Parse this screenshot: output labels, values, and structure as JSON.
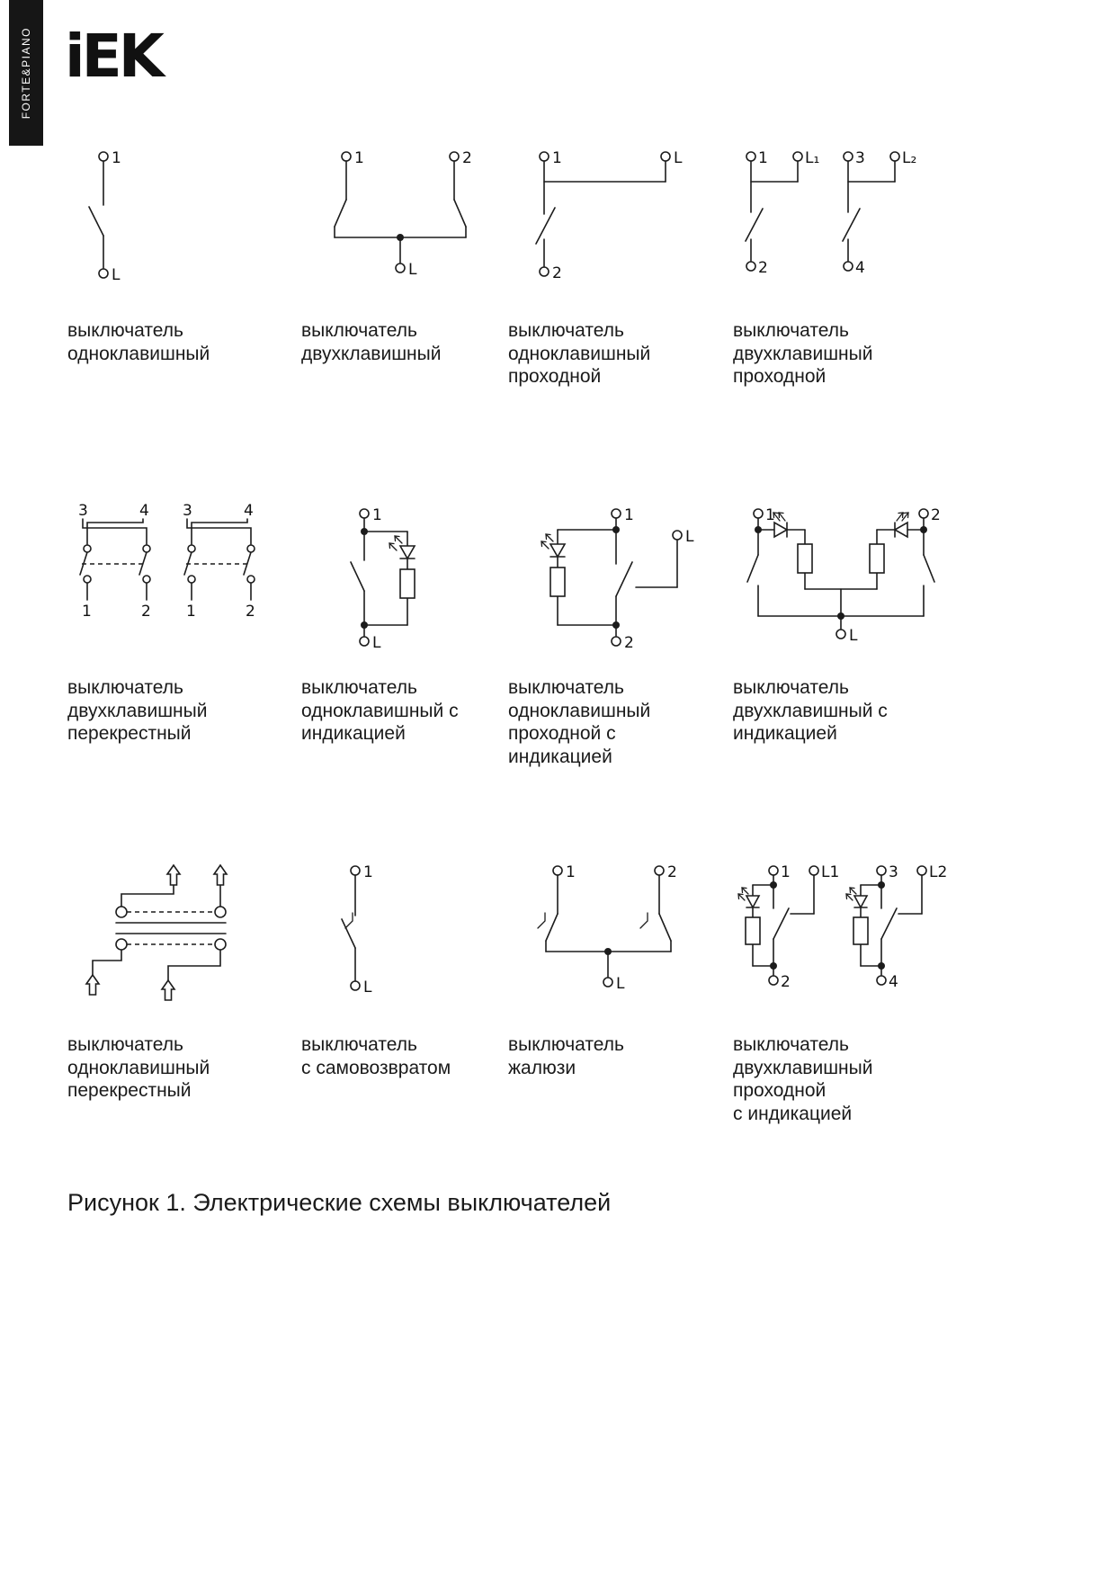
{
  "page": {
    "brand_vertical": "FORTE&PIANO",
    "logo": "iEK",
    "figure_caption": "Рисунок 1. Электрические схемы выключателей"
  },
  "diagrams": [
    {
      "caption": "выключатель\nодноклавишный",
      "labels": [
        "1",
        "L"
      ]
    },
    {
      "caption": "выключатель\nдвухклавишный",
      "labels": [
        "1",
        "2",
        "L"
      ]
    },
    {
      "caption": "выключатель\nодноклавишный\nпроходной",
      "labels": [
        "1",
        "L",
        "2"
      ]
    },
    {
      "caption": "выключатель\nдвухклавишный\nпроходной",
      "labels": [
        "1",
        "L₁",
        "2",
        "3",
        "L₂",
        "4"
      ]
    },
    {
      "caption": "выключатель\nдвухклавишный\nперекрестный",
      "labels": [
        "3",
        "4",
        "1",
        "2",
        "3",
        "4",
        "1",
        "2"
      ]
    },
    {
      "caption": "выключатель\nодноклавишный с\nиндикацией",
      "labels": [
        "1",
        "L"
      ]
    },
    {
      "caption": "выключатель\nодноклавишный\nпроходной с\nиндикацией",
      "labels": [
        "1",
        "L",
        "2"
      ]
    },
    {
      "caption": "выключатель\nдвухклавишный с\nиндикацией",
      "labels": [
        "1",
        "2",
        "L"
      ]
    },
    {
      "caption": "выключатель\nодноклавишный\nперекрестный",
      "labels": []
    },
    {
      "caption": "выключатель\nс самовозвратом",
      "labels": [
        "1",
        "L"
      ]
    },
    {
      "caption": "выключатель\nжалюзи",
      "labels": [
        "1",
        "2",
        "L"
      ]
    },
    {
      "caption": "выключатель\nдвухклавишный\nпроходной\nс индикацией",
      "labels": [
        "1",
        "L1",
        "2",
        "3",
        "L2",
        "4"
      ]
    }
  ]
}
